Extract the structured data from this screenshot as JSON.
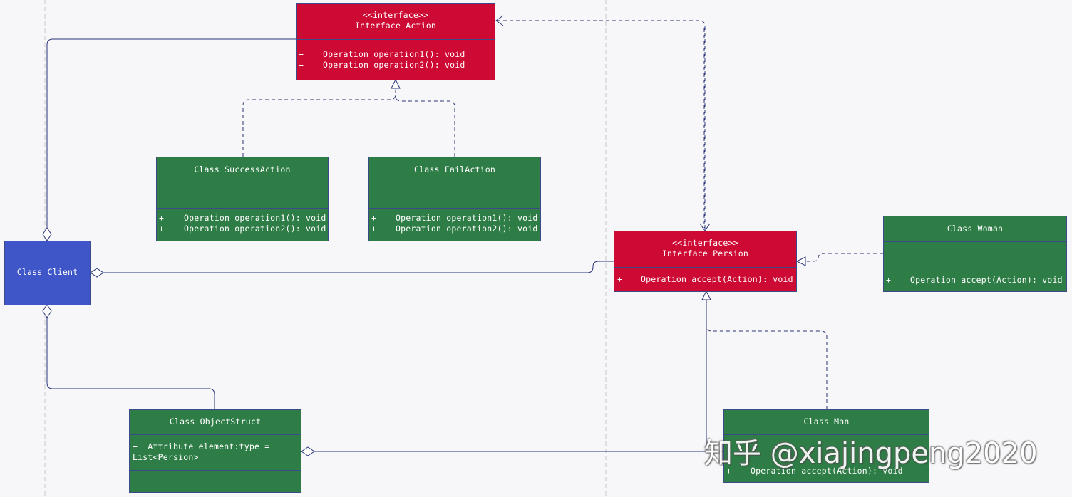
{
  "action": {
    "stereotype": "<<interface>>",
    "name": "Interface Action",
    "op_symbol": "+",
    "ops": [
      "Operation operation1(): void",
      "Operation operation2(): void"
    ]
  },
  "success": {
    "name": "Class SuccessAction",
    "op_symbol": "+",
    "ops": [
      "Operation operation1(): void",
      "Operation operation2(): void"
    ]
  },
  "fail": {
    "name": "Class FailAction",
    "op_symbol": "+",
    "ops": [
      "Operation operation1(): void",
      "Operation operation2(): void"
    ]
  },
  "client": {
    "name": "Class Client"
  },
  "persion": {
    "stereotype": "<<interface>>",
    "name": "Interface Persion",
    "op_symbol": "+",
    "ops": [
      "Operation accept(Action): void"
    ]
  },
  "woman": {
    "name": "Class Woman",
    "op_symbol": "+",
    "ops": [
      "Operation accept(Action): void"
    ]
  },
  "objectstruct": {
    "name": "Class ObjectStruct",
    "attr_line1": "+  Attribute element:type =",
    "attr_line2": "List<Persion>"
  },
  "man": {
    "name": "Class Man",
    "op_symbol": "+",
    "ops": [
      "Operation accept(Action): void"
    ]
  },
  "watermark": "知乎 @xiajingpeng2020",
  "colors": {
    "interface": "#cc0a33",
    "class": "#2e7d46",
    "client": "#3f56c8",
    "connector": "#2a3577",
    "guide": "#c8c8c8"
  }
}
